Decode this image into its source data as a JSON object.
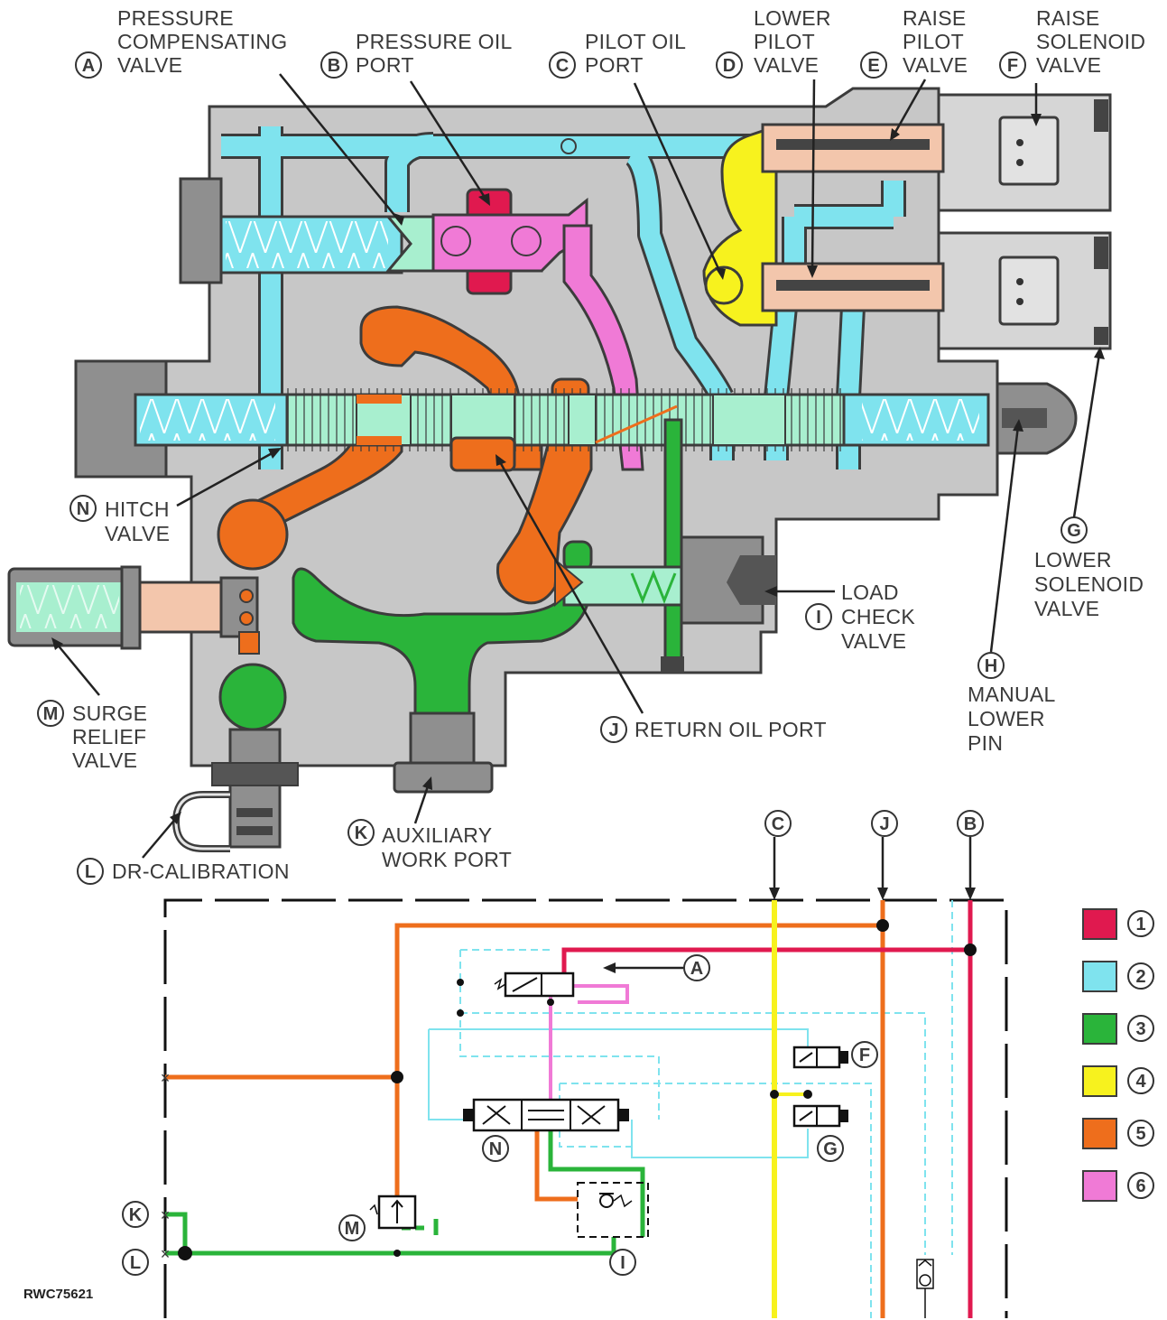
{
  "legend_colors": {
    "1": "#e0194f",
    "2": "#7fe3ee",
    "3": "#2ab43a",
    "4": "#f7f21e",
    "5": "#ee6e1c",
    "6": "#f07ad6"
  },
  "callouts": {
    "A": {
      "letter": "A",
      "line1": "PRESSURE",
      "line2": "COMPENSATING",
      "line3": "VALVE"
    },
    "B": {
      "letter": "B",
      "line1": "PRESSURE OIL",
      "line2": "PORT"
    },
    "C": {
      "letter": "C",
      "line1": "PILOT OIL",
      "line2": "PORT"
    },
    "D": {
      "letter": "D",
      "line1": "LOWER",
      "line2": "PILOT",
      "line3": "VALVE"
    },
    "E": {
      "letter": "E",
      "line1": "RAISE",
      "line2": "PILOT",
      "line3": "VALVE"
    },
    "F": {
      "letter": "F",
      "line1": "RAISE",
      "line2": "SOLENOID",
      "line3": "VALVE"
    },
    "G": {
      "letter": "G",
      "line1": "LOWER",
      "line2": "SOLENOID",
      "line3": "VALVE"
    },
    "H": {
      "letter": "H",
      "line1": "MANUAL",
      "line2": "LOWER",
      "line3": "PIN"
    },
    "I": {
      "letter": "I",
      "line1": "LOAD",
      "line2": "CHECK",
      "line3": "VALVE"
    },
    "J": {
      "letter": "J",
      "line1": "RETURN OIL PORT"
    },
    "K": {
      "letter": "K",
      "line1": "AUXILIARY",
      "line2": "WORK PORT"
    },
    "L": {
      "letter": "L",
      "line1": "DR-CALIBRATION"
    },
    "M": {
      "letter": "M",
      "line1": "SURGE",
      "line2": "RELIEF",
      "line3": "VALVE"
    },
    "N": {
      "letter": "N",
      "line1": "HITCH",
      "line2": "VALVE"
    }
  },
  "legend": [
    {
      "num": "1",
      "color": "#e0194f"
    },
    {
      "num": "2",
      "color": "#7fe3ee"
    },
    {
      "num": "3",
      "color": "#2ab43a"
    },
    {
      "num": "4",
      "color": "#f7f21e"
    },
    {
      "num": "5",
      "color": "#ee6e1c"
    },
    {
      "num": "6",
      "color": "#f07ad6"
    }
  ],
  "figure_code": "RWC75621"
}
